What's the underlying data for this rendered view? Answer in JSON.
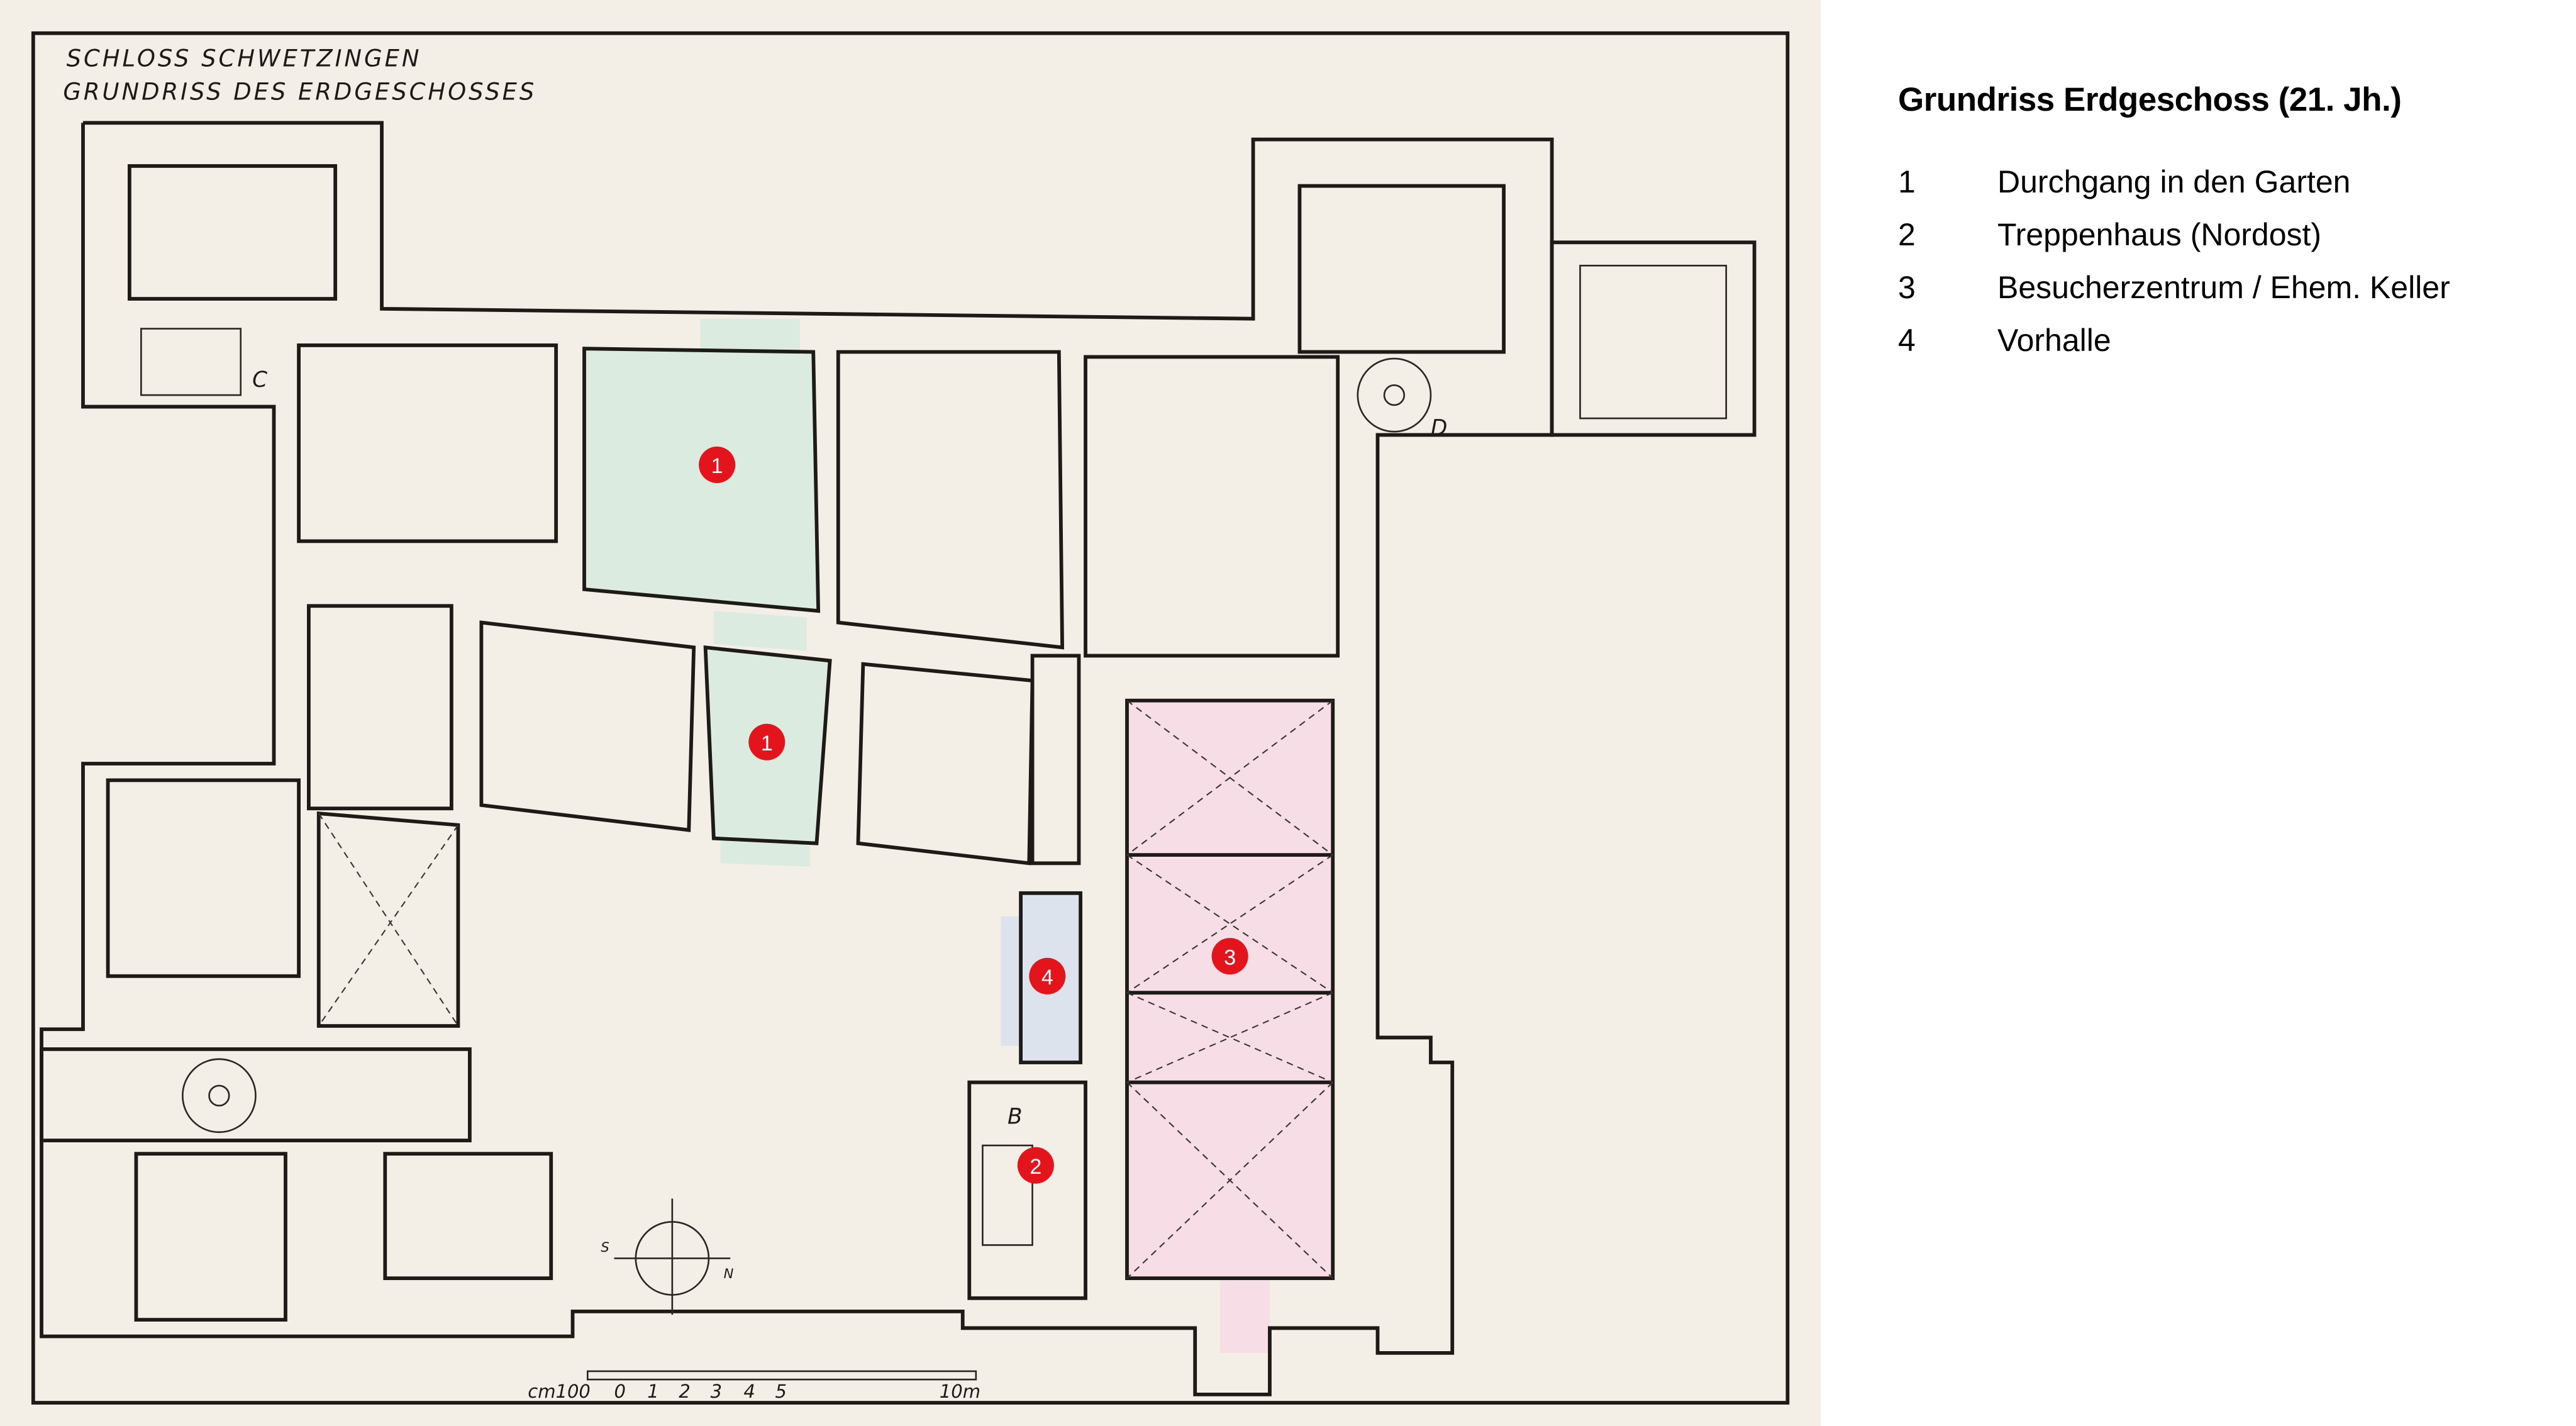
{
  "plan": {
    "title_line1": "SCHLOSS SCHWETZINGEN",
    "title_line2": "GRUNDRISS DES ERDGESCHOSSES",
    "scale_labels": [
      "cm100",
      "0",
      "1",
      "2",
      "3",
      "4",
      "5",
      "10m"
    ],
    "compass": {
      "n": "N",
      "s": "S"
    },
    "room_letters": [
      "C",
      "D",
      "B"
    ],
    "markers": [
      "1",
      "1",
      "2",
      "3",
      "4"
    ],
    "colors": {
      "paper": "#f3eee6",
      "green": "#dcebe0",
      "blue": "#dde3ec",
      "pink": "#f6dde6",
      "marker": "#e3141b"
    }
  },
  "legend": {
    "title": "Grundriss Erdgeschoss (21. Jh.)",
    "items": [
      {
        "num": "1",
        "label": "Durchgang in den Garten"
      },
      {
        "num": "2",
        "label": "Treppenhaus (Nordost)"
      },
      {
        "num": "3",
        "label": "Besucherzentrum / Ehem. Keller"
      },
      {
        "num": "4",
        "label": "Vorhalle"
      }
    ]
  }
}
